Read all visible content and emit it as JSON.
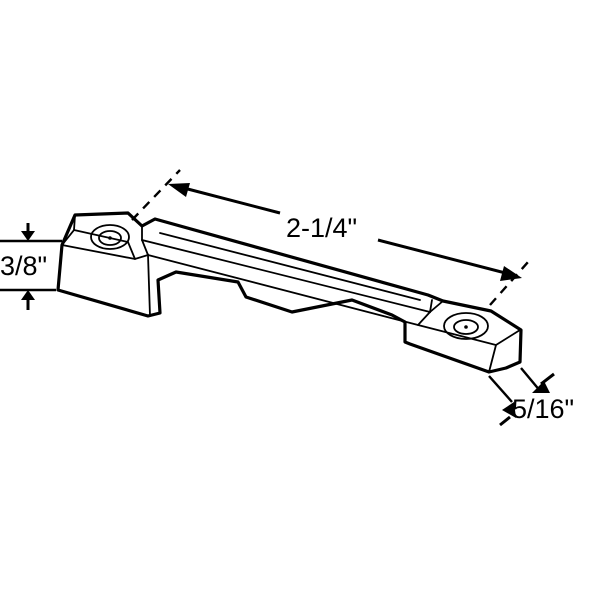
{
  "dimensions": {
    "length": "2-1/4\"",
    "height": "3/8\"",
    "width": "5/16\""
  }
}
